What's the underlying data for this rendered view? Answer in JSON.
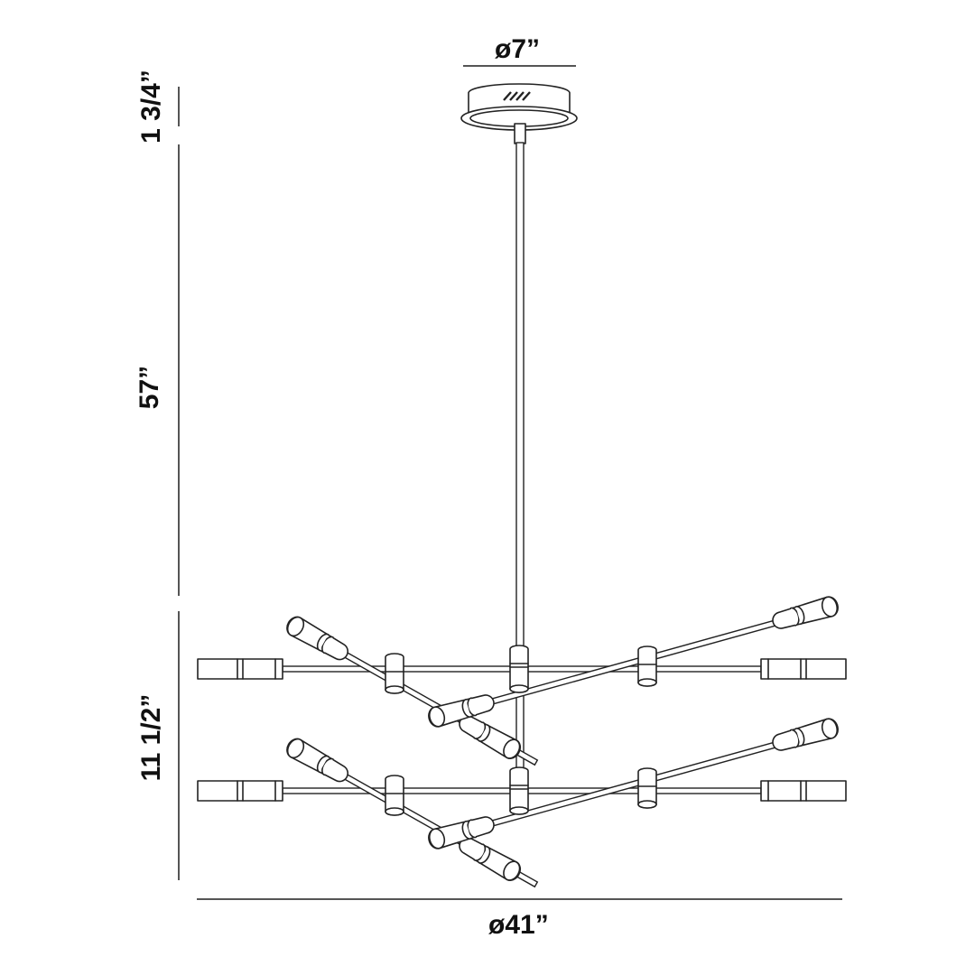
{
  "drawing": {
    "title": "Chandelier dimension drawing",
    "colors": {
      "line": "#222222",
      "dimension_line": "#555555",
      "text": "#111111",
      "background": "#ffffff"
    }
  },
  "dimensions": {
    "canopy_diameter": "ø7”",
    "canopy_height": "1 3/4”",
    "stem_length": "57”",
    "fixture_height": "11 1/2”",
    "fixture_diameter": "ø41”"
  },
  "components": {
    "canopy": "ceiling canopy",
    "stem": "central down rod",
    "tiers": 2,
    "arms_per_tier": 3,
    "lamps_per_tier": 6
  }
}
